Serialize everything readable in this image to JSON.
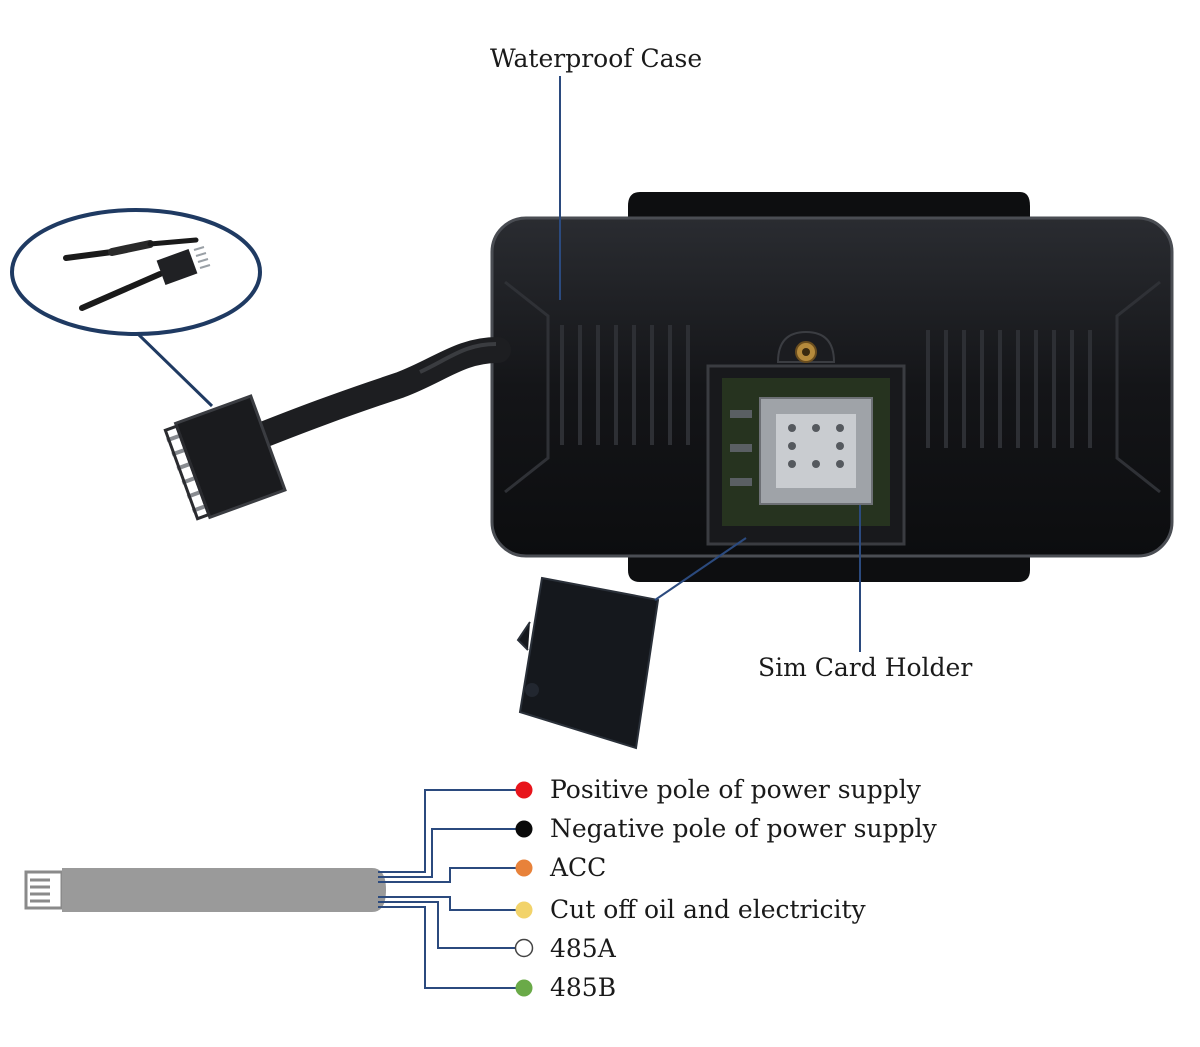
{
  "callouts": {
    "waterproof_case": "Waterproof Case",
    "sim_card_holder": "Sim Card Holder"
  },
  "wires": [
    {
      "label": "Positive pole of power supply",
      "color": "#e8141b"
    },
    {
      "label": "Negative pole of power supply",
      "color": "#0a0a0a"
    },
    {
      "label": "ACC",
      "color": "#e8823a"
    },
    {
      "label": "Cut off oil and electricity",
      "color": "#f2d36a"
    },
    {
      "label": "485A",
      "color": "#ffffff"
    },
    {
      "label": "485B",
      "color": "#6aaa48"
    }
  ],
  "colors": {
    "leader_line": "#2b4a7e",
    "device_body": "#141518",
    "cable": "#9a9a9a"
  }
}
